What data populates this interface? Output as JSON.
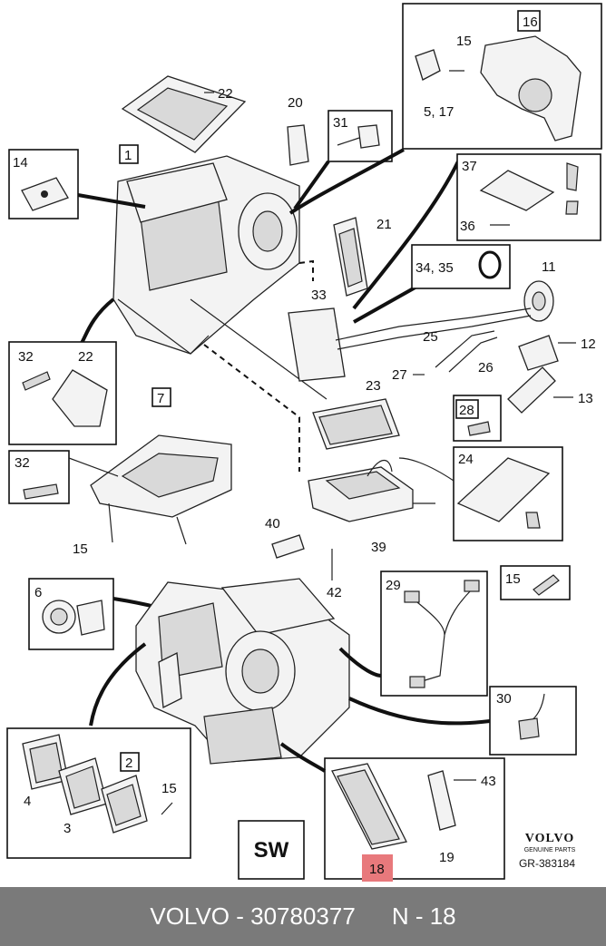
{
  "callouts": {
    "c1": "1",
    "c2": "2",
    "c3": "3",
    "c4": "4",
    "c5_17": "5, 17",
    "c6": "6",
    "c7": "7",
    "c11": "11",
    "c12": "12",
    "c13": "13",
    "c14": "14",
    "c15": "15",
    "c16": "16",
    "c18": "18",
    "c19": "19",
    "c20": "20",
    "c21": "21",
    "c22": "22",
    "c23": "23",
    "c24": "24",
    "c25": "25",
    "c26": "26",
    "c27": "27",
    "c28": "28",
    "c29": "29",
    "c30": "30",
    "c31": "31",
    "c32": "32",
    "c33": "33",
    "c34_35": "34, 35",
    "c36": "36",
    "c37": "37",
    "c39": "39",
    "c40": "40",
    "c42": "42",
    "c43": "43"
  },
  "sw_label": "SW",
  "brand": {
    "name": "VOLVO",
    "tagline": "GENUINE PARTS",
    "ref": "GR-383184"
  },
  "highlight_color": "#e8797c",
  "footer": {
    "part_text": "VOLVO - 30780377",
    "position_text": "N - 18"
  }
}
